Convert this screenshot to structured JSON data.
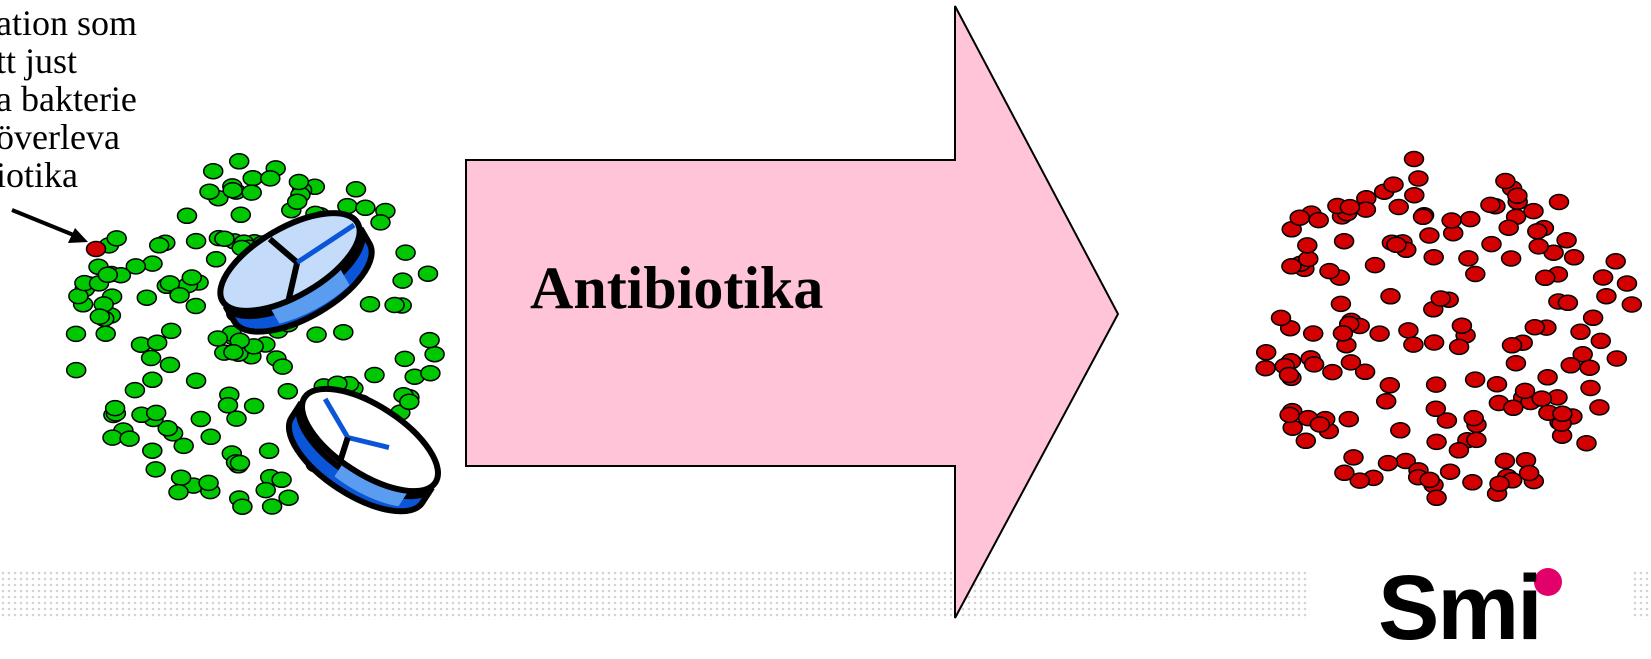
{
  "annotation": {
    "lines": [
      "ation som",
      "tt just",
      "a bakterie",
      "överleva",
      "iotika"
    ]
  },
  "arrow": {
    "label": "Antibiotika",
    "fill": "#ffc4d8"
  },
  "logo": {
    "text": "Smi",
    "dot_color": "#e2006a"
  },
  "colors": {
    "susceptible_bacteria": "#00c800",
    "resistant_bacteria": "#d20000",
    "pill_dark": "#0a55d8",
    "pill_mid": "#5a9cf0",
    "pill_light": "#c4dcfa"
  },
  "legend_icons": [
    "pill-icon",
    "pill-icon"
  ]
}
